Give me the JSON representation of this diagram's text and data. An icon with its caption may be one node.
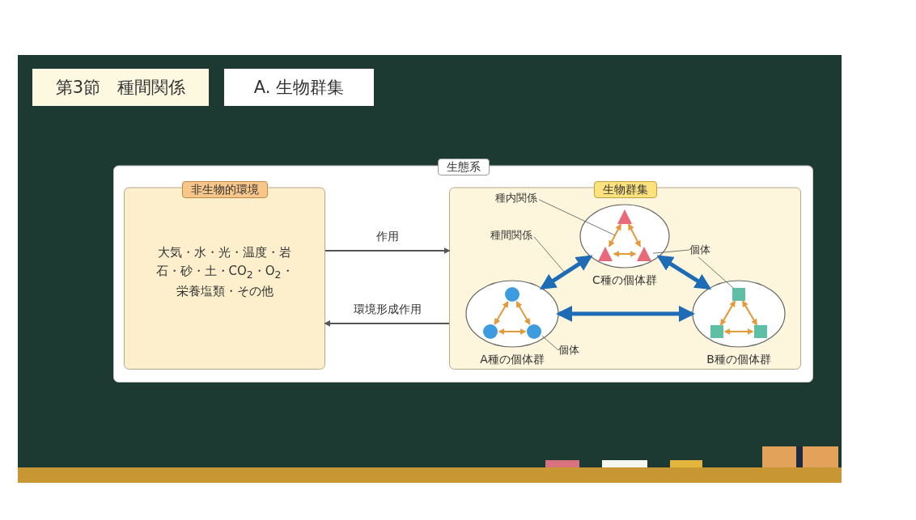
{
  "diagram": {
    "title": "第3節　種間関係",
    "nodes": [
      {
        "text": [
          "生態系"
        ]
      },
      {
        "text": [
          "非生物的環境",
          "大気・水・光・温度・岩石・砂・土・CO$_{2}$・O$_{2}$・栄養塩類・その他"
        ],
        "in": 0
      },
      {
        "text": [
          "生物群集"
        ],
        "in": 0
      },
      {
        "text": [
          "種内関係"
        ],
        "in": 2
      },
      {
        "text": [
          "C種の個体群"
        ],
        "in": 2
      },
      {
        "text": [],
        "shape": "triangle",
        "in": 4
      },
      {
        "text": [],
        "shape": "triangle",
        "in": 4
      },
      {
        "text": [],
        "shape": "triangle",
        "in": 4
      },
      {
        "text": [
          "種間関係"
        ],
        "in": 2
      },
      {
        "text": [
          "個体"
        ],
        "in": 2
      },
      {
        "text": [
          "A種の個体群"
        ],
        "in": 2
      },
      {
        "text": [],
        "shape": "circle",
        "in": 10
      },
      {
        "text": [],
        "shape": "circle",
        "in": 10
      },
      {
        "text": [],
        "shape": "circle",
        "in": 10
      },
      {
        "text": [
          "B種の個体群"
        ],
        "in": 2
      },
      {
        "text": [],
        "shape": "box",
        "in": 14
      },
      {
        "text": [],
        "shape": "box",
        "in": 14
      },
      {
        "text": [],
        "shape": "box",
        "in": 14
      },
      {
        "text": [
          "個体"
        ],
        "in": 2
      }
    ],
    "edges": [
      {
        "from": 1,
        "to": 2,
        "arrow": "to",
        "label": "作用",
        "color": "#555555"
      },
      {
        "from": 2,
        "to": 1,
        "arrow": "to",
        "label": "環境形成作用",
        "color": "#555555"
      },
      {
        "from": 10,
        "to": 4,
        "arrow": "both",
        "style": "thick",
        "color": "#1e6cb5"
      },
      {
        "from": 4,
        "to": 14,
        "arrow": "both",
        "style": "thick",
        "color": "#1e6cb5"
      },
      {
        "from": 10,
        "to": 14,
        "arrow": "both",
        "style": "thick",
        "color": "#1e6cb5"
      },
      {
        "from": 5,
        "to": 6,
        "arrow": "both",
        "color": "#e39a3a"
      },
      {
        "from": 5,
        "to": 7,
        "arrow": "both",
        "color": "#e39a3a"
      },
      {
        "from": 6,
        "to": 7,
        "arrow": "both",
        "color": "#e39a3a"
      },
      {
        "from": 11,
        "to": 12,
        "arrow": "both",
        "color": "#e39a3a"
      },
      {
        "from": 11,
        "to": 13,
        "arrow": "both",
        "color": "#e39a3a"
      },
      {
        "from": 12,
        "to": 13,
        "arrow": "both",
        "color": "#e39a3a"
      },
      {
        "from": 15,
        "to": 16,
        "arrow": "both",
        "color": "#e39a3a"
      },
      {
        "from": 15,
        "to": 17,
        "arrow": "both",
        "color": "#e39a3a"
      },
      {
        "from": 16,
        "to": 17,
        "arrow": "both",
        "color": "#e39a3a"
      },
      {
        "from": 3,
        "to": null,
        "arrow": "none",
        "color": "#555555"
      },
      {
        "from": 8,
        "to": null,
        "arrow": "none",
        "color": "#555555"
      },
      {
        "from": 9,
        "to": 7,
        "arrow": "none",
        "color": "#555555"
      },
      {
        "from": 9,
        "to": 15,
        "arrow": "none",
        "color": "#555555"
      },
      {
        "from": 18,
        "to": 13,
        "arrow": "none",
        "color": "#555555"
      }
    ],
    "labels": [
      "A. 生物群集"
    ]
  }
}
